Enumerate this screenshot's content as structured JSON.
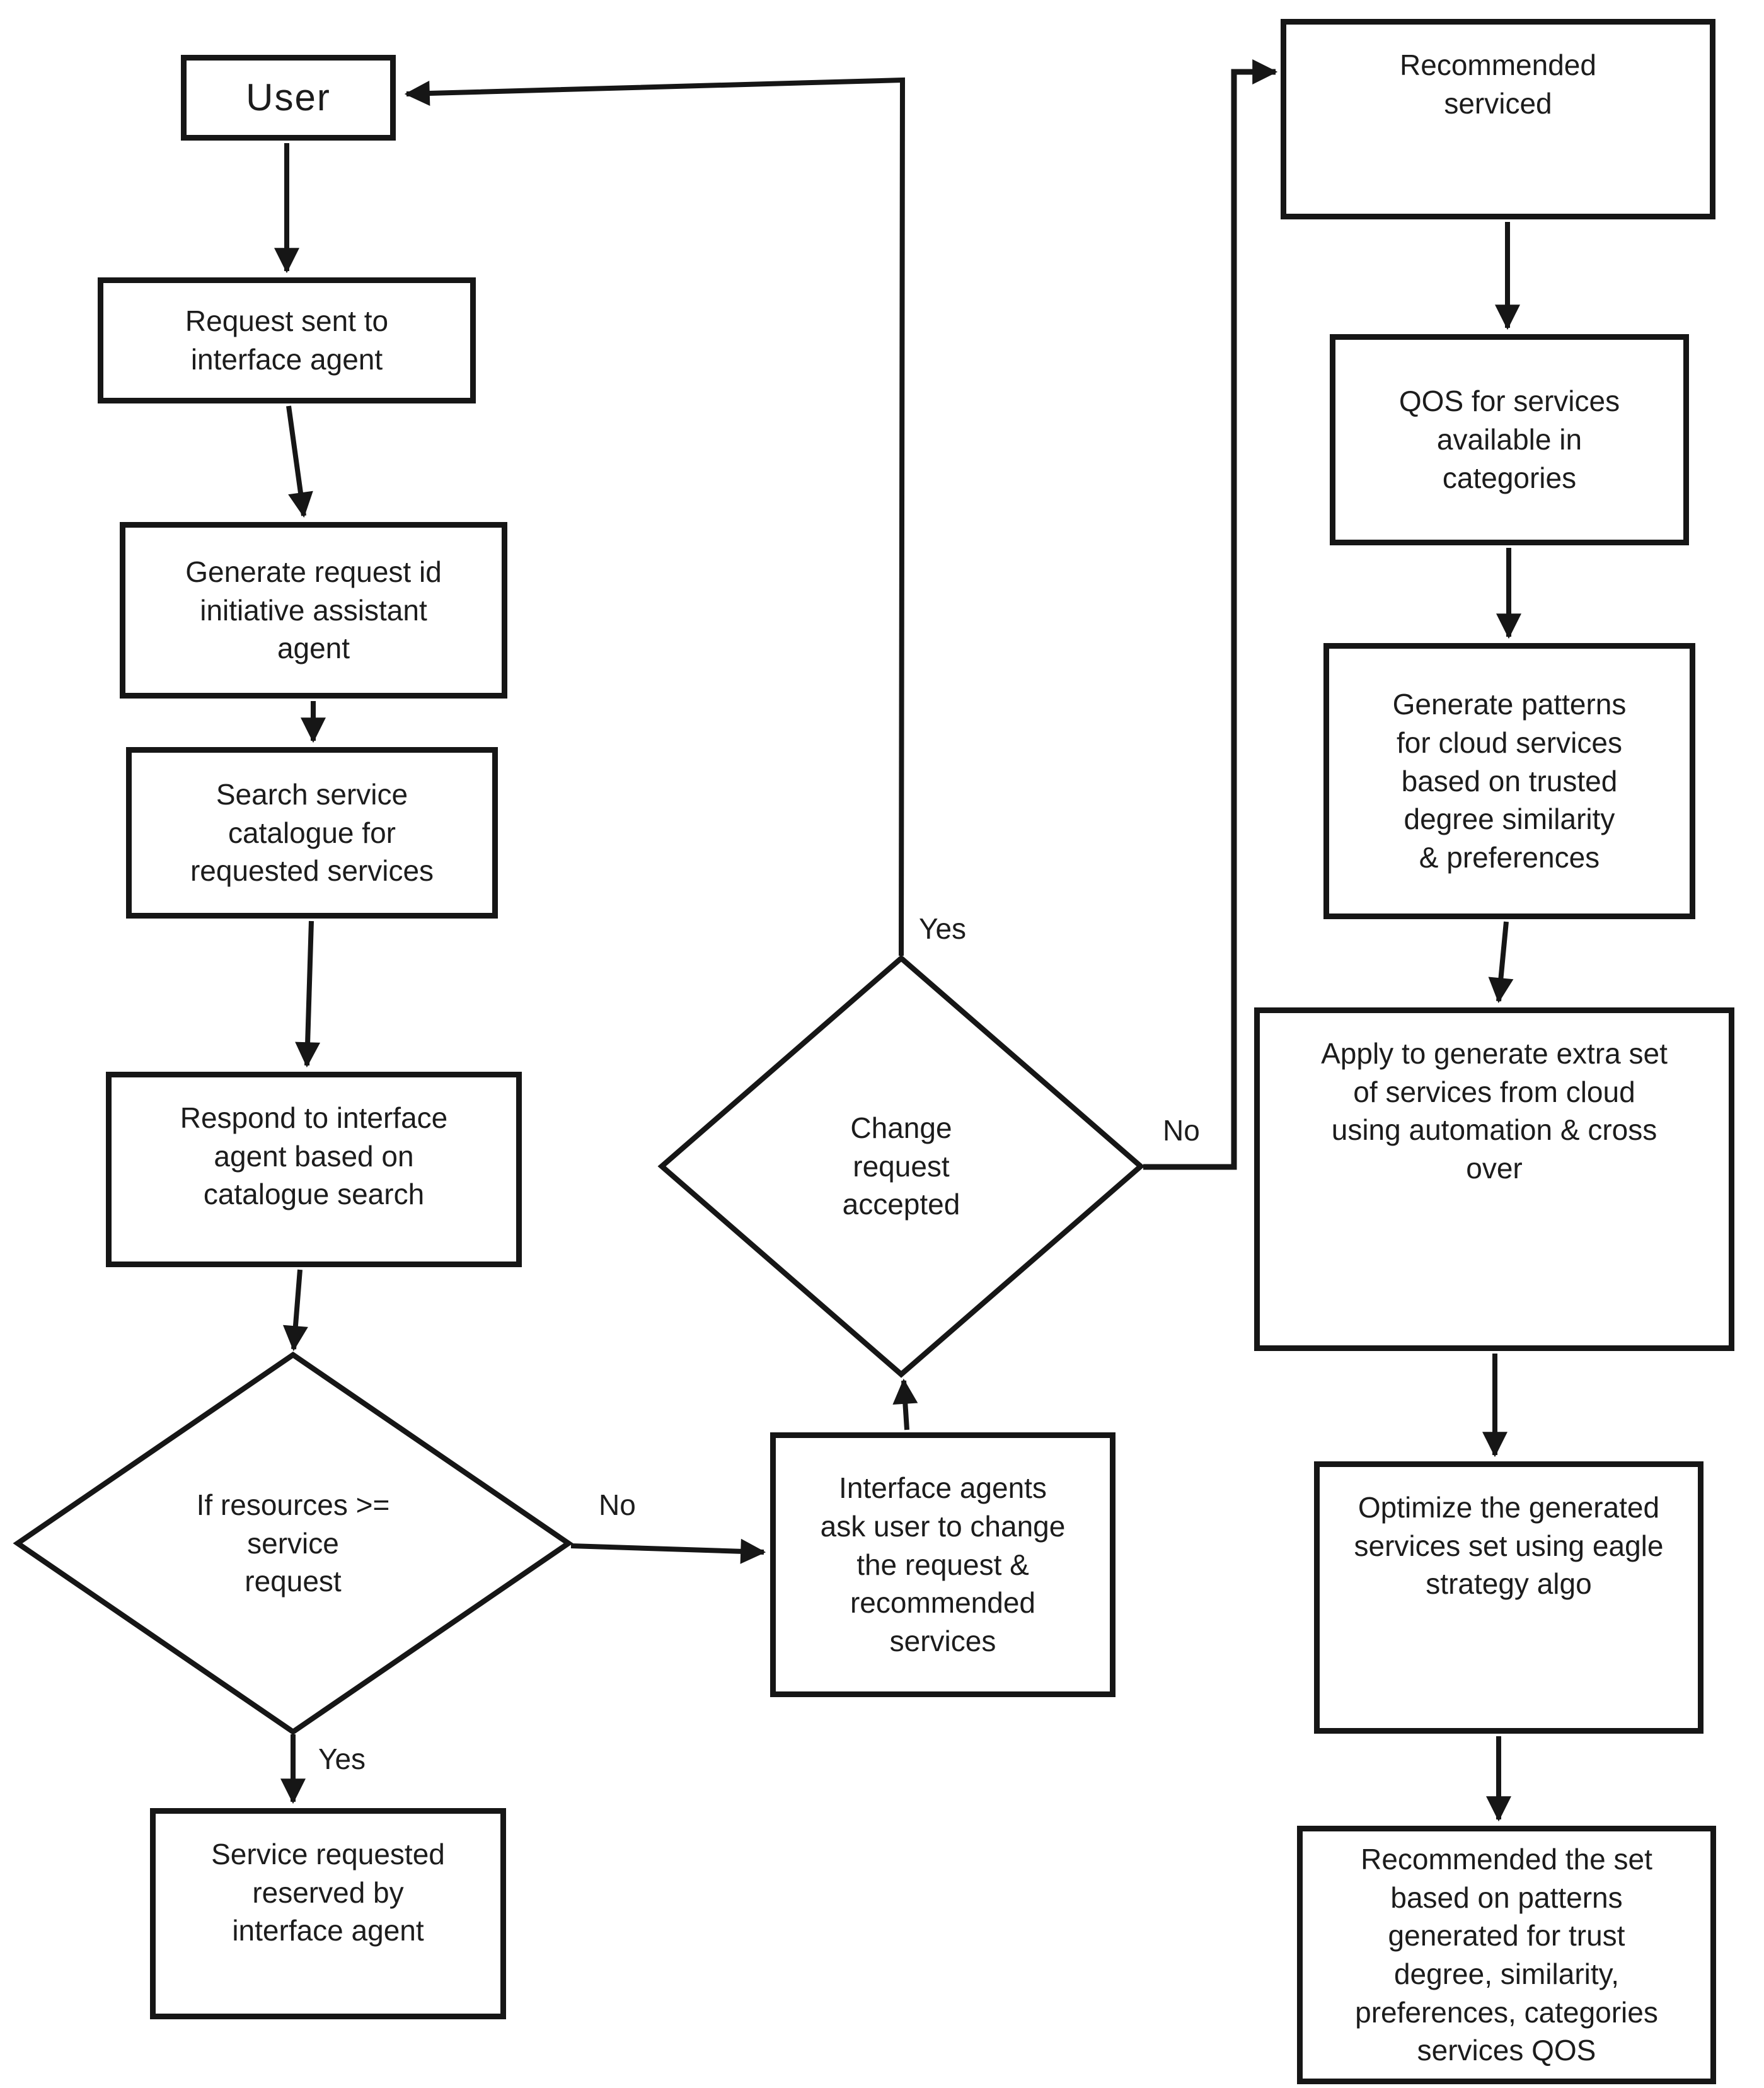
{
  "diagram": {
    "type": "flowchart",
    "colors": {
      "line": "#161616",
      "text": "#1c1c1c",
      "background": "#ffffff"
    },
    "nodes": {
      "user": {
        "shape": "rect",
        "label": "User"
      },
      "request_sent": {
        "shape": "rect",
        "label": "Request sent to\ninterface agent"
      },
      "generate_request": {
        "shape": "rect",
        "label": "Generate request id\ninitiative assistant\nagent"
      },
      "search_catalogue": {
        "shape": "rect",
        "label": "Search service\ncatalogue for\nrequested services"
      },
      "respond_interface": {
        "shape": "rect",
        "label": "Respond to interface\nagent based on\ncatalogue search"
      },
      "resources_decision": {
        "shape": "diamond",
        "label": "If resources >=\nservice\nrequest"
      },
      "service_reserved": {
        "shape": "rect",
        "label": "Service requested\nreserved by\ninterface agent"
      },
      "interface_agents_ask": {
        "shape": "rect",
        "label": "Interface agents\nask user to change\nthe request &\nrecommended\nservices"
      },
      "change_request_decision": {
        "shape": "diamond",
        "label": "Change\nrequest\naccepted"
      },
      "recommended_serviced": {
        "shape": "rect",
        "label": "Recommended\nserviced"
      },
      "qos_services": {
        "shape": "rect",
        "label": "QOS for services\navailable in\ncategories"
      },
      "generate_patterns": {
        "shape": "rect",
        "label": "Generate patterns\nfor cloud services\nbased on trusted\ndegree similarity\n& preferences"
      },
      "apply_generate_extra": {
        "shape": "rect",
        "label": "Apply to generate extra set\nof services from cloud\nusing automation & cross\nover"
      },
      "optimize_services": {
        "shape": "rect",
        "label": "Optimize the generated\nservices set using eagle\nstrategy algo"
      },
      "recommended_set": {
        "shape": "rect",
        "label": "Recommended the set\nbased on patterns\ngenerated for trust\ndegree, similarity,\npreferences, categories\nservices QOS"
      }
    },
    "edge_labels": {
      "resources_yes": "Yes",
      "resources_no": "No",
      "change_yes": "Yes",
      "change_no": "No"
    },
    "edges": [
      {
        "from": "user",
        "to": "request_sent",
        "label": ""
      },
      {
        "from": "request_sent",
        "to": "generate_request",
        "label": ""
      },
      {
        "from": "generate_request",
        "to": "search_catalogue",
        "label": ""
      },
      {
        "from": "search_catalogue",
        "to": "respond_interface",
        "label": ""
      },
      {
        "from": "respond_interface",
        "to": "resources_decision",
        "label": ""
      },
      {
        "from": "resources_decision",
        "to": "service_reserved",
        "label": "Yes"
      },
      {
        "from": "resources_decision",
        "to": "interface_agents_ask",
        "label": "No"
      },
      {
        "from": "interface_agents_ask",
        "to": "change_request_decision",
        "label": ""
      },
      {
        "from": "change_request_decision",
        "to": "user",
        "label": "Yes"
      },
      {
        "from": "change_request_decision",
        "to": "recommended_serviced",
        "label": "No"
      },
      {
        "from": "recommended_serviced",
        "to": "qos_services",
        "label": ""
      },
      {
        "from": "qos_services",
        "to": "generate_patterns",
        "label": ""
      },
      {
        "from": "generate_patterns",
        "to": "apply_generate_extra",
        "label": ""
      },
      {
        "from": "apply_generate_extra",
        "to": "optimize_services",
        "label": ""
      },
      {
        "from": "optimize_services",
        "to": "recommended_set",
        "label": ""
      }
    ]
  }
}
